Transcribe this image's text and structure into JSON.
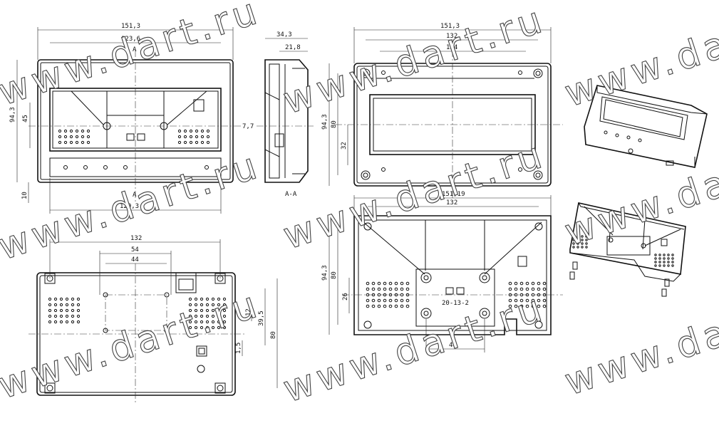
{
  "watermark": "www.dart.ru",
  "front_view": {
    "width_overall": "151,3",
    "width_inner": "123,6",
    "section_mark": "A",
    "height_overall": "94,3",
    "height_window": "45",
    "bottom_offset": "10",
    "bottom_width": "129,3"
  },
  "side_view": {
    "depth_overall": "34,3",
    "depth_body": "21,8",
    "offset": "7,7",
    "section_label": "A-A"
  },
  "back_view": {
    "width_overall": "151,3",
    "width_mid": "132",
    "width_inner": "124",
    "height_overall": "94,3",
    "height_mid": "80",
    "height_inner": "32"
  },
  "inner_view": {
    "width_overall": "151,19",
    "width_mid": "132",
    "height_overall": "94,3",
    "height_mid": "80",
    "height_inner": "26",
    "width_bottom": "44",
    "part_code": "20-13-2"
  },
  "pcb_view": {
    "width_overall": "132",
    "width_mid": "54",
    "width_inner": "44",
    "height_a": "12",
    "height_b": "39,5",
    "height_c": "80",
    "offset": "1,5"
  }
}
